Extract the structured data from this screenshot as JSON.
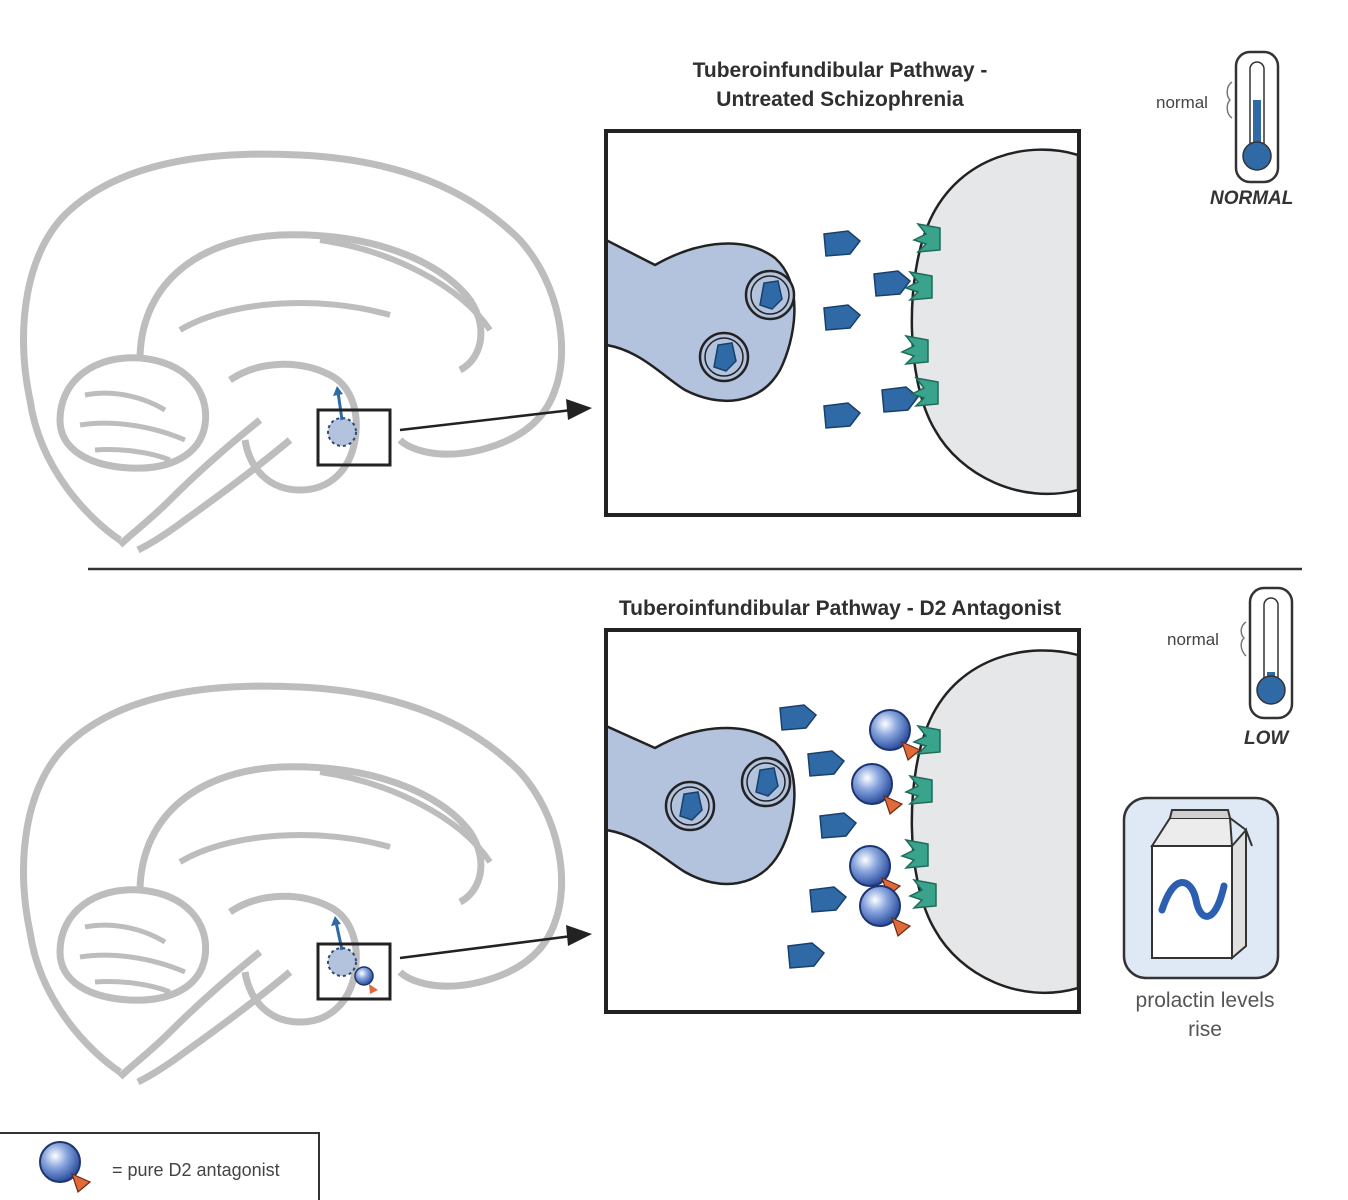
{
  "panels": [
    {
      "title": "Tuberoinfundibular Pathway -\nUntreated Schizophrenia",
      "thermometer_label": "normal",
      "thermometer_status": "NORMAL"
    },
    {
      "title": "Tuberoinfundibular Pathway - D2 Antagonist",
      "thermometer_label": "normal",
      "thermometer_status": "LOW",
      "prolactin_text": "prolactin levels\nrise"
    }
  ],
  "legend": {
    "text": "= pure D2 antagonist"
  },
  "colors": {
    "brain_outline": "#b8b8b8",
    "neuron_fill": "#b3c3de",
    "dopamine": "#2f6aa6",
    "receptor": "#3aa38c",
    "postsynaptic": "#e6e7e9",
    "antagonist_tip": "#e06a3a"
  }
}
